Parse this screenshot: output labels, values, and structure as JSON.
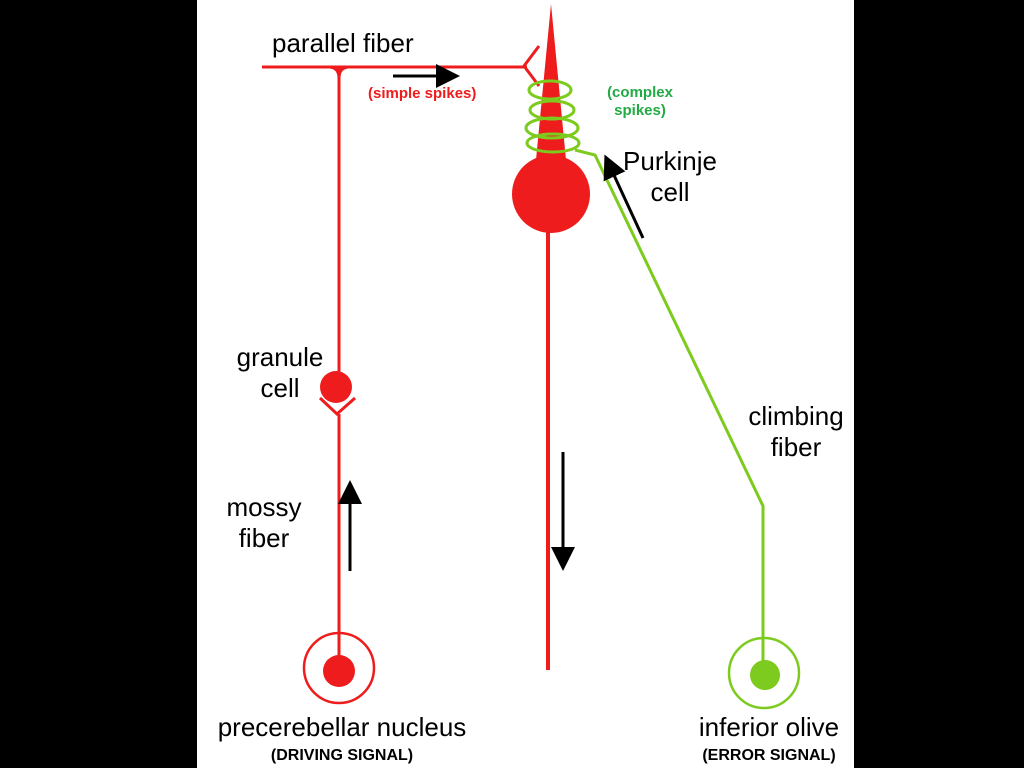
{
  "colors": {
    "background": "#000000",
    "panel": "#ffffff",
    "neuron_red": "#ee1c1c",
    "climbing_green": "#7ccb1e",
    "complex_green": "#22aa44",
    "arrow": "#000000"
  },
  "labels": {
    "parallel_fiber": "parallel fiber",
    "simple_spikes": "(simple spikes)",
    "complex_spikes_line1": "(complex",
    "complex_spikes_line2": "spikes)",
    "purkinje_line1": "Purkinje",
    "purkinje_line2": "cell",
    "granule_line1": "granule",
    "granule_line2": "cell",
    "mossy_line1": "mossy",
    "mossy_line2": "fiber",
    "climbing_line1": "climbing",
    "climbing_line2": "fiber",
    "precerebellar": "precerebellar nucleus",
    "driving_signal": "(DRIVING SIGNAL)",
    "inferior_olive": "inferior olive",
    "error_signal": "(ERROR SIGNAL)"
  }
}
